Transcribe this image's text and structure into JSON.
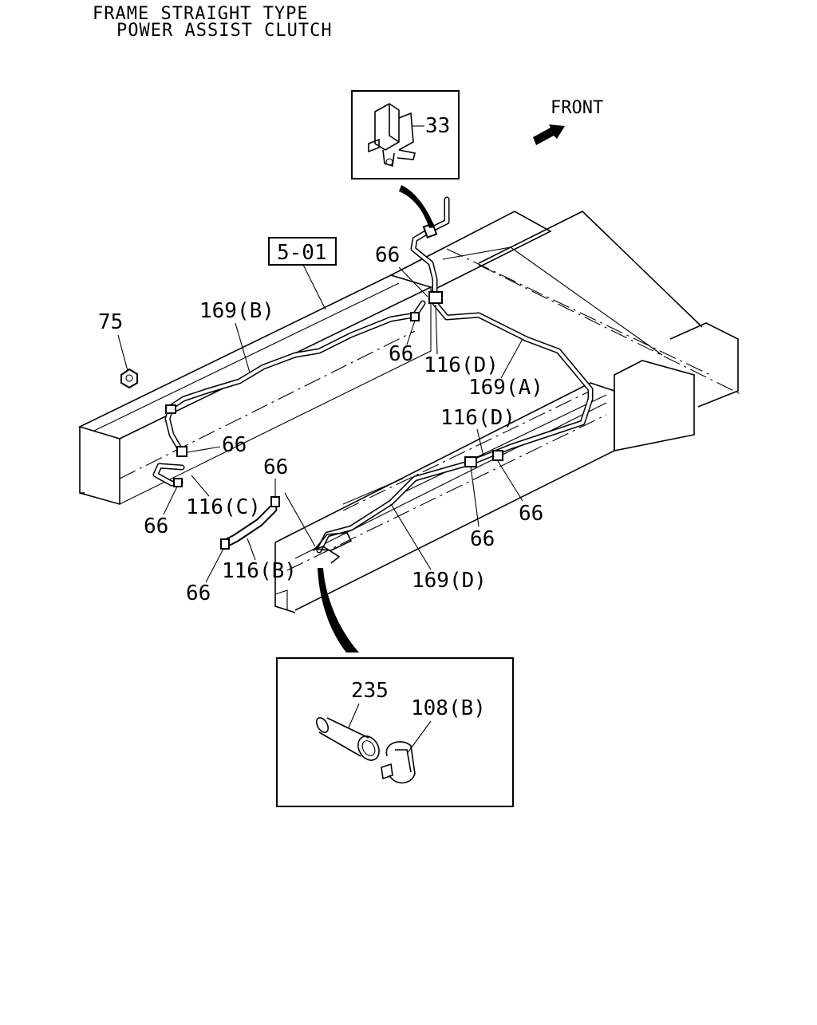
{
  "header": {
    "line1": "FRAME STRAIGHT TYPE",
    "line2": "POWER ASSIST CLUTCH"
  },
  "front_label": "FRONT",
  "ref_box": "5-01",
  "callouts": {
    "c33": "33",
    "c75": "75",
    "c169b": "169(B)",
    "c169a": "169(A)",
    "c169d": "169(D)",
    "c116d_top": "116(D)",
    "c116d_right": "116(D)",
    "c116c": "116(C)",
    "c116b": "116(B)",
    "c66_top": "66",
    "c66_mid": "66",
    "c66_left": "66",
    "c66_left_low": "66",
    "c66_hose": "66",
    "c66_bottom": "66",
    "c66_right_a": "66",
    "c66_right_b": "66",
    "c235": "235",
    "c108b": "108(B)"
  }
}
